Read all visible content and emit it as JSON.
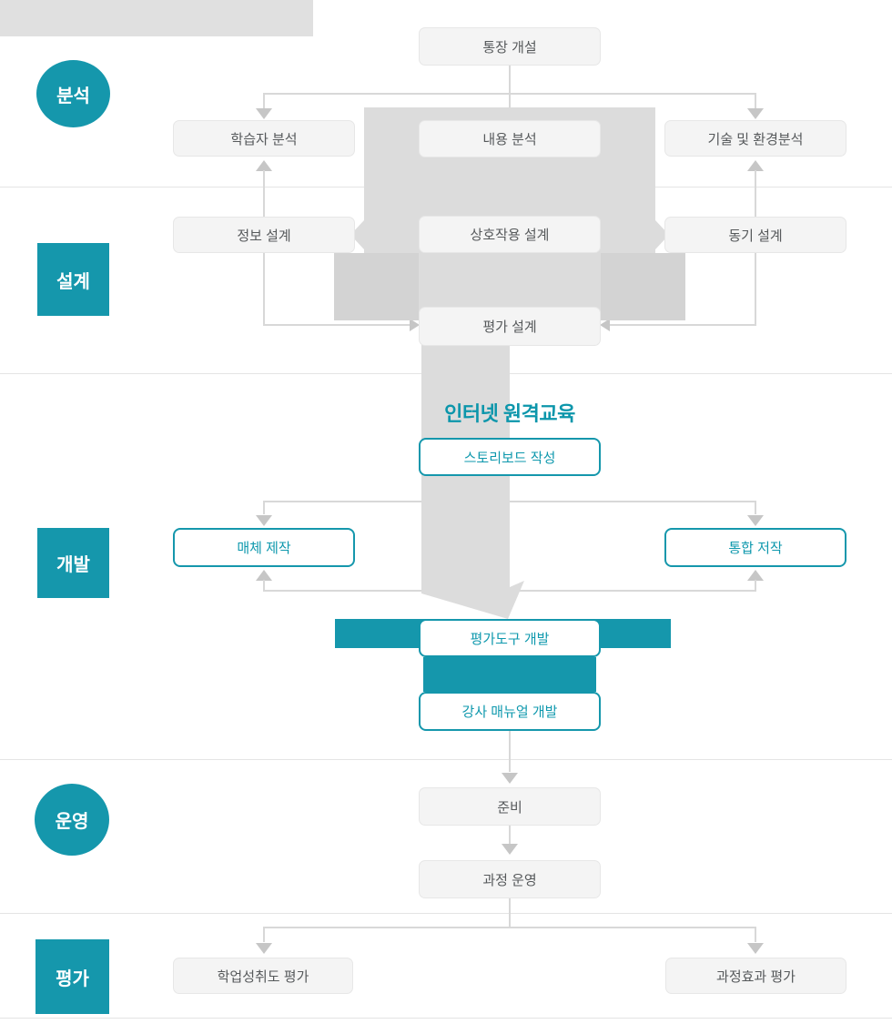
{
  "title": "인터넷 원격교육",
  "stages": {
    "analysis": "분석",
    "design": "설계",
    "development": "개발",
    "operation": "운영",
    "evaluation": "평가"
  },
  "nodes": {
    "account_opening": "통장 개설",
    "learner_analysis": "학습자 분석",
    "content_analysis": "내용 분석",
    "tech_env_analysis": "기술 및 환경분석",
    "info_design": "정보 설계",
    "interaction_design": "상호작용 설계",
    "motivation_design": "동기 설계",
    "evaluation_design": "평가 설계",
    "storyboard_writing": "스토리보드 작성",
    "media_production": "매체 제작",
    "integrated_authoring": "통합 저작",
    "evaluation_tool_dev": "평가도구 개발",
    "instructor_manual_dev": "강사 매뉴얼 개발",
    "preparation": "준비",
    "course_operation": "과정 운영",
    "achievement_evaluation": "학업성취도 평가",
    "course_effect_evaluation": "과정효과 평가"
  },
  "colors": {
    "teal": "#1597ac",
    "teal_text": "#0e98ad",
    "gray_shape": "#dcdcdc",
    "gray_shape_dark": "#d3d3d3",
    "box_bg": "#f4f4f4",
    "box_text": "#56595b",
    "line": "#d8d8d8"
  }
}
